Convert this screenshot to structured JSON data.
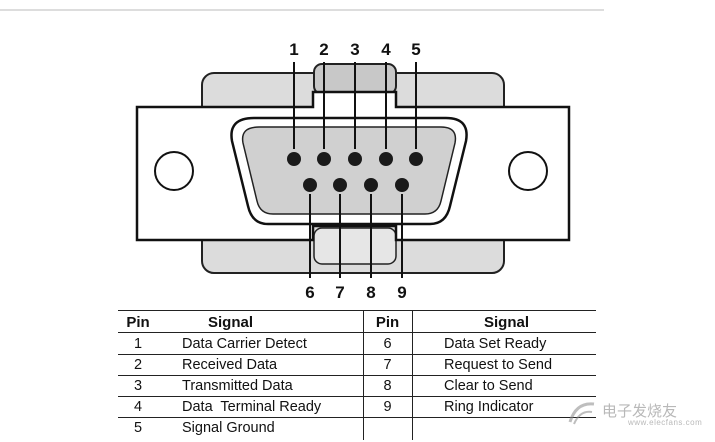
{
  "pins_top": [
    "1",
    "2",
    "3",
    "4",
    "5"
  ],
  "pins_bottom": [
    "6",
    "7",
    "8",
    "9"
  ],
  "table": {
    "headers": {
      "pin_left": "Pin",
      "signal_left": "Signal",
      "pin_right": "Pin",
      "signal_right": "Signal"
    },
    "left_rows": [
      {
        "pin": "1",
        "signal": "Data Carrier Detect"
      },
      {
        "pin": "2",
        "signal": "Received Data"
      },
      {
        "pin": "3",
        "signal": "Transmitted Data"
      },
      {
        "pin": "4",
        "signal": "Data  Terminal Ready"
      },
      {
        "pin": "5",
        "signal": "Signal Ground"
      }
    ],
    "right_rows": [
      {
        "pin": "6",
        "signal": "Data Set Ready"
      },
      {
        "pin": "7",
        "signal": "Request to Send"
      },
      {
        "pin": "8",
        "signal": "Clear to Send"
      },
      {
        "pin": "9",
        "signal": "Ring Indicator"
      }
    ]
  },
  "watermark": {
    "text": "电子发烧友",
    "url": "www.elecfans.com"
  },
  "colors": {
    "shell": "#ffffff",
    "insert": "#d0d0d0",
    "backplate": "#dcdcdc",
    "pin": "#1a1a1a",
    "outline": "#111111"
  }
}
